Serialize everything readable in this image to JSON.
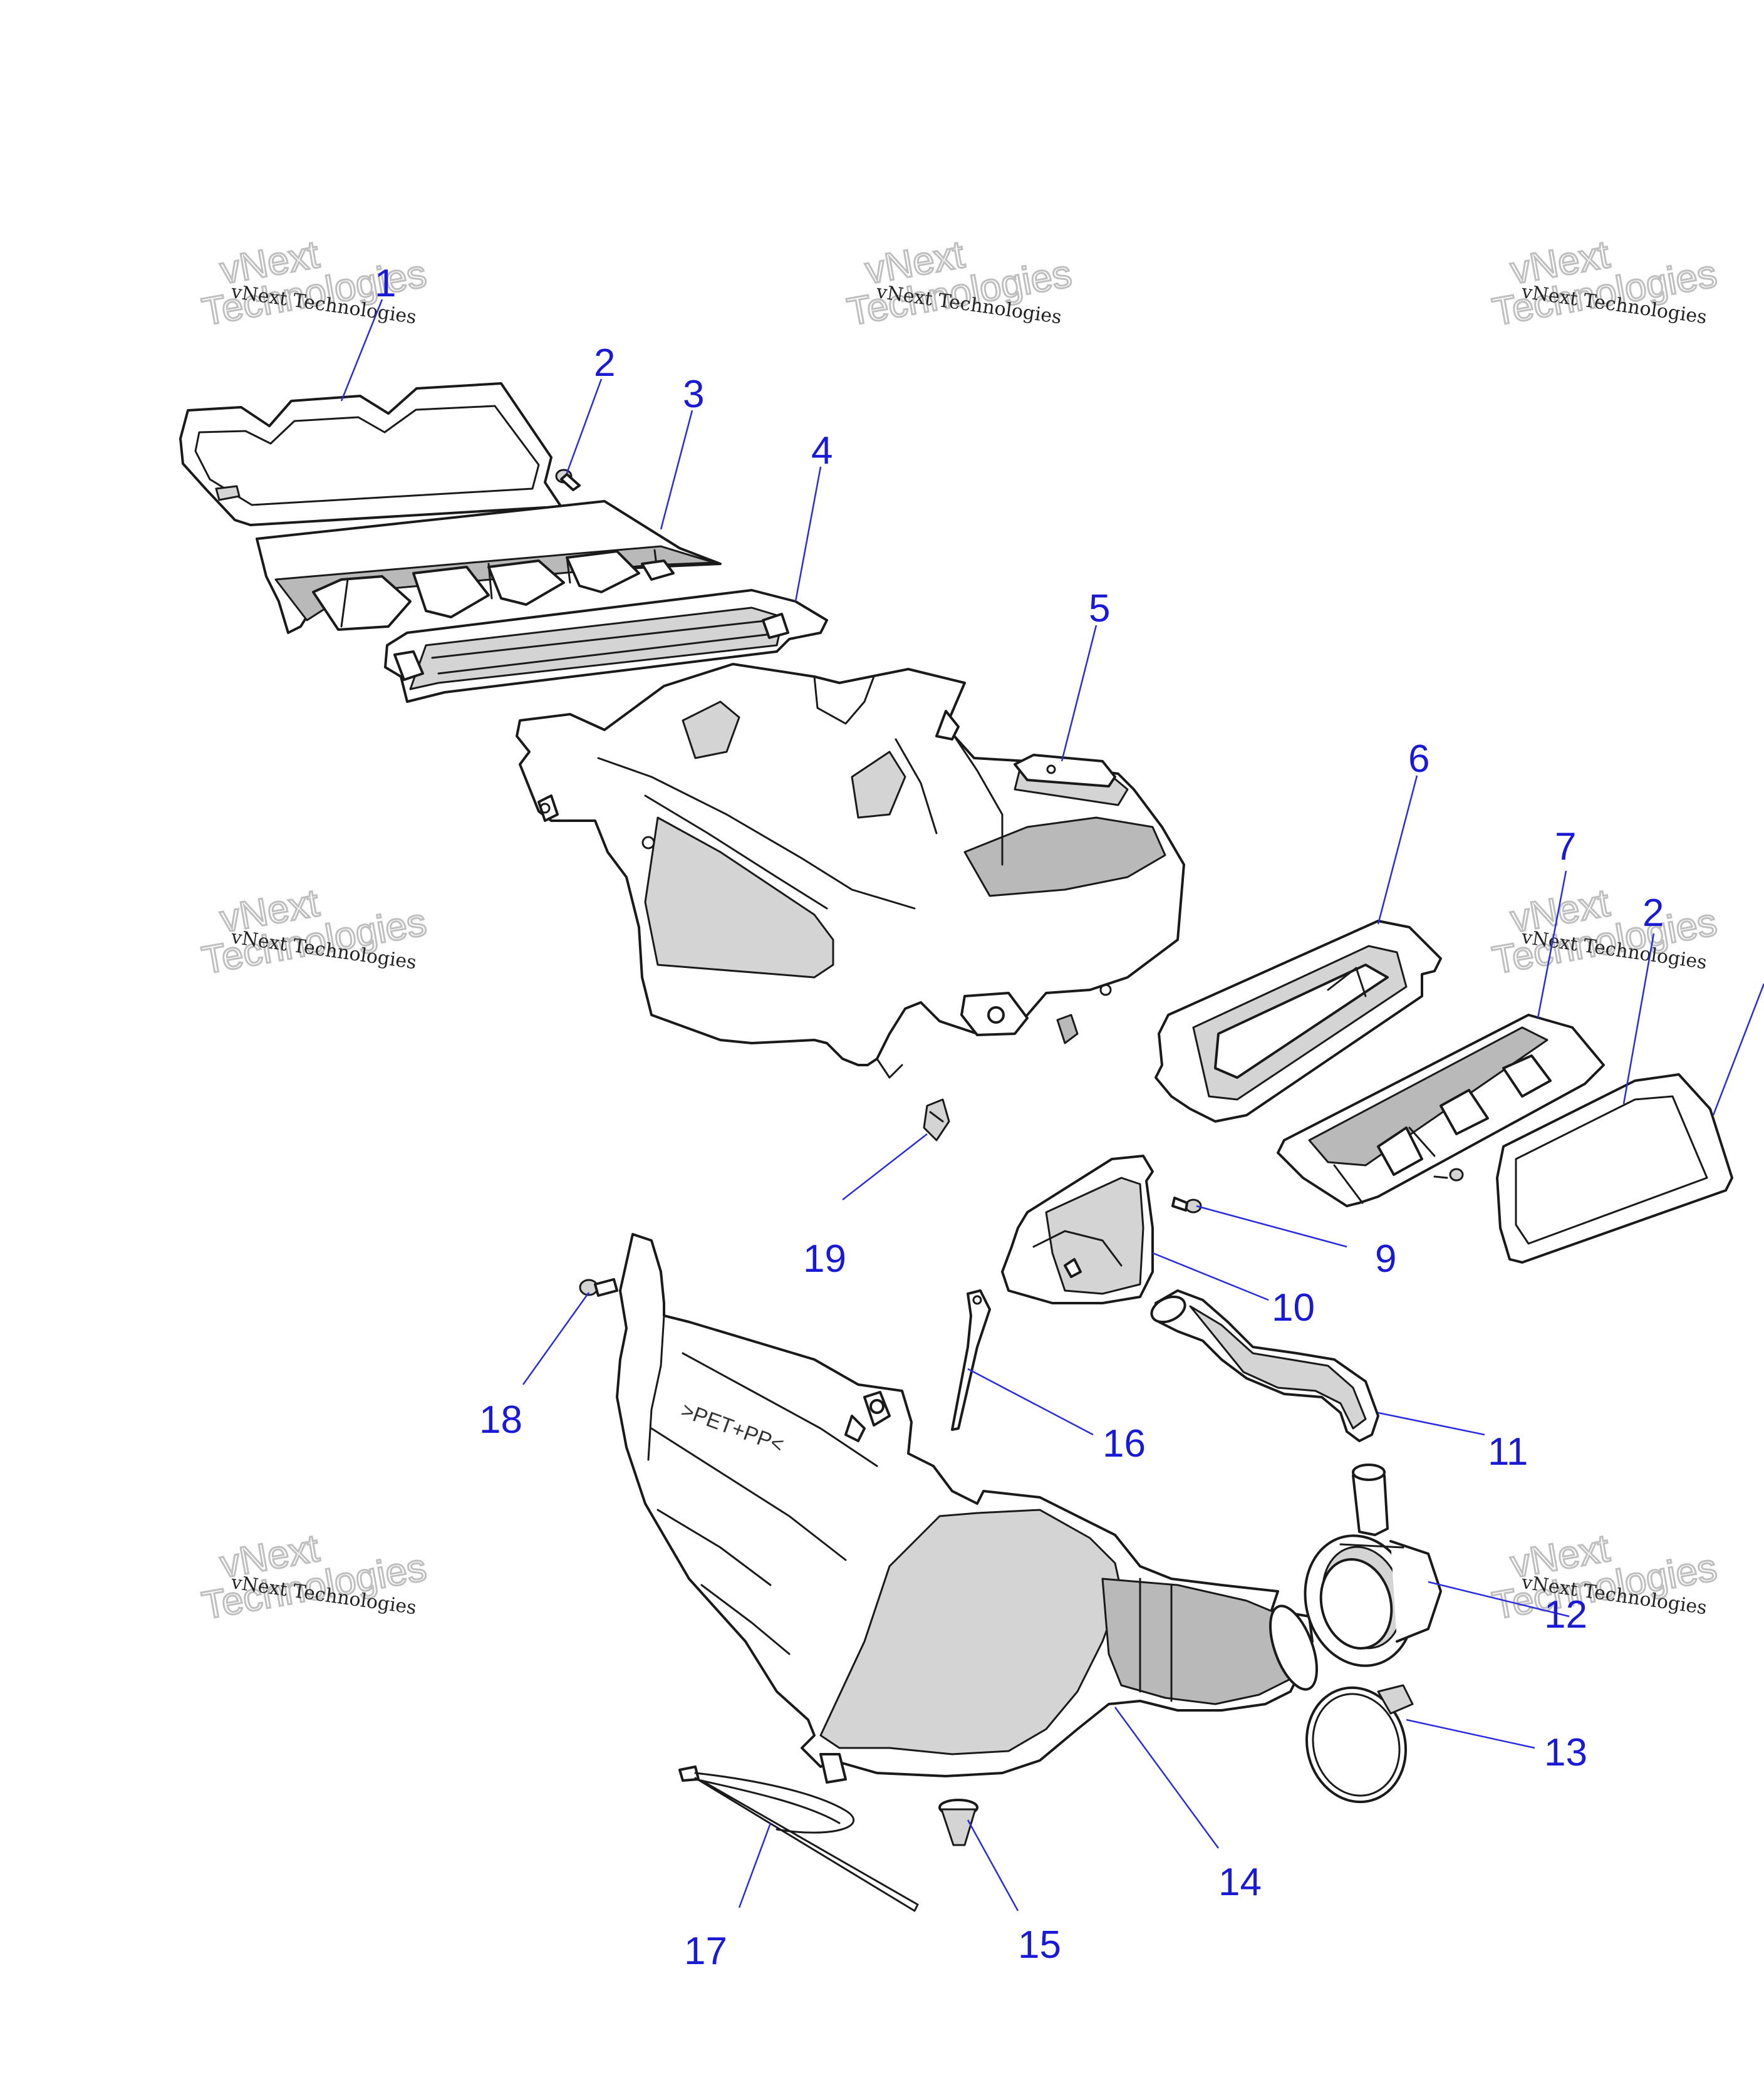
{
  "watermark": {
    "brand": "vNext",
    "word": "Technologies",
    "line": "vNext Technologies"
  },
  "callouts": [
    "1",
    "2",
    "3",
    "4",
    "5",
    "6",
    "7",
    "2",
    "9",
    "10",
    "11",
    "16",
    "19",
    "18",
    "12",
    "13",
    "14",
    "15",
    "17"
  ],
  "ink_colors": {
    "callout": "#1a1ad6",
    "line_art": "#1a1a1a",
    "shade": "#d4d4d4"
  },
  "embossed_text": ">PET+PP<"
}
